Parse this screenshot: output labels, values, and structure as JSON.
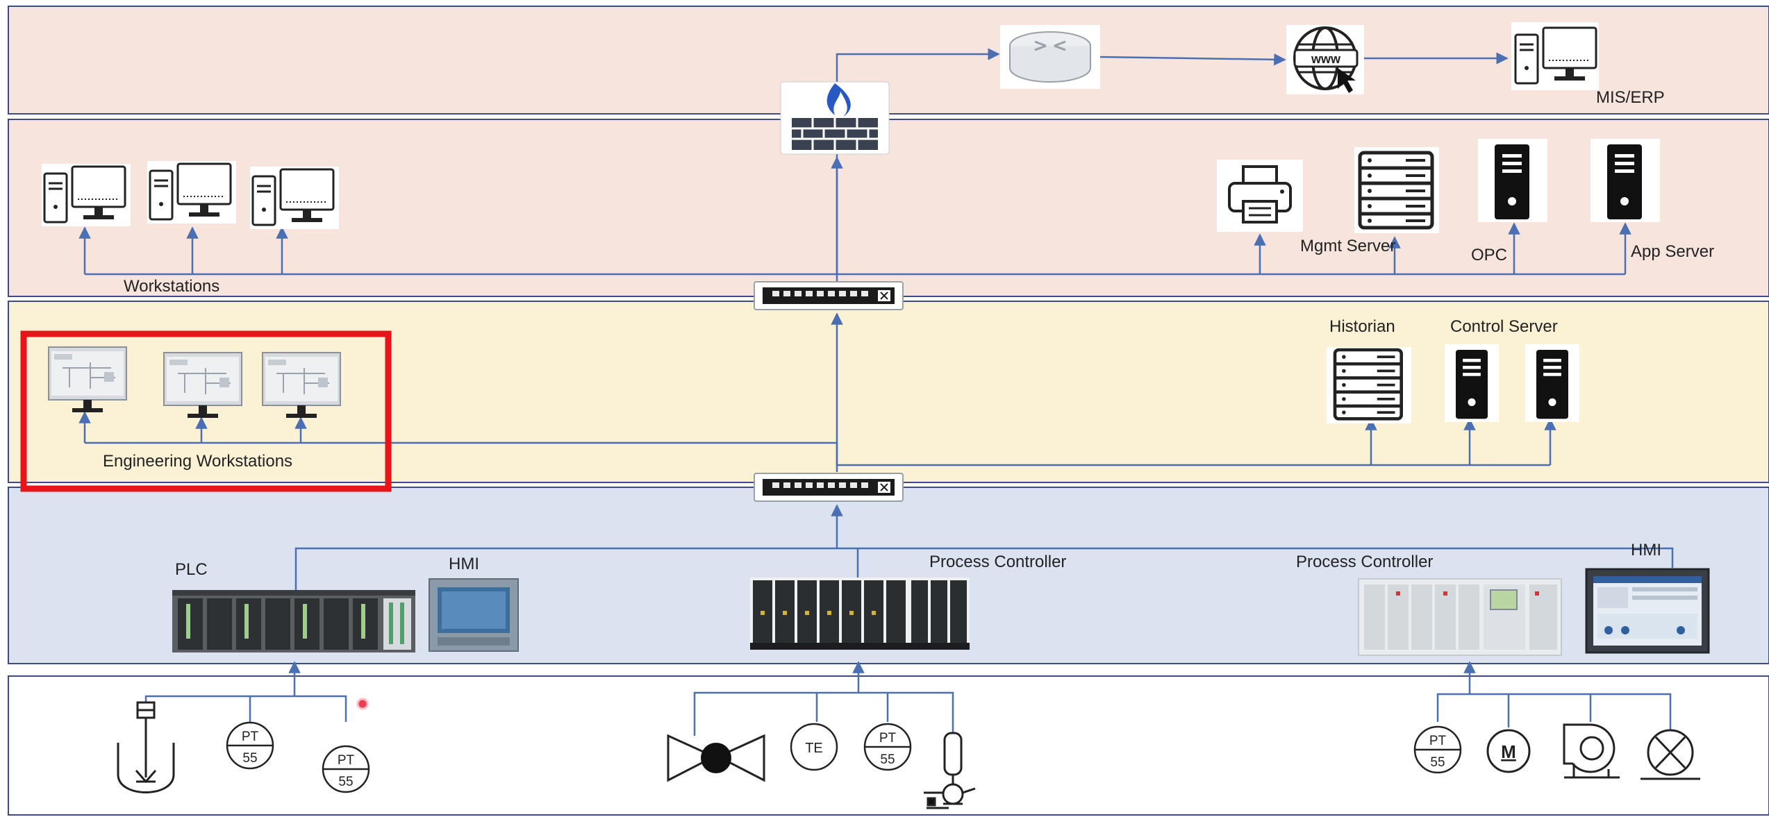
{
  "colors": {
    "enterprise_band": "#f7e4dc",
    "dmz_band": "#f7e4dc",
    "supervisory_band": "#fbf1d5",
    "control_band": "#dbe3f1",
    "field_band": "#ffffff",
    "band_border": "#3c4a8c",
    "link": "#4a6fb3",
    "highlight": "#e8141a"
  },
  "enterprise": {
    "mis_erp_label": "MIS/ERP",
    "www_text": "www"
  },
  "it_network": {
    "workstations_label": "Workstations",
    "mgmt_server_label": "Mgmt Server",
    "opc_label": "OPC",
    "app_server_label": "App Server"
  },
  "supervisory": {
    "historian_label": "Historian",
    "control_server_label": "Control Server",
    "engineering_workstations_label": "Engineering Workstations"
  },
  "control": {
    "plc_label": "PLC",
    "hmi_left_label": "HMI",
    "process_controller_center_label": "Process Controller",
    "process_controller_right_label": "Process Controller",
    "hmi_right_label": "HMI"
  },
  "field": {
    "pt_text": "PT",
    "pt_number": "55",
    "te_text": "TE",
    "motor_text": "M"
  }
}
